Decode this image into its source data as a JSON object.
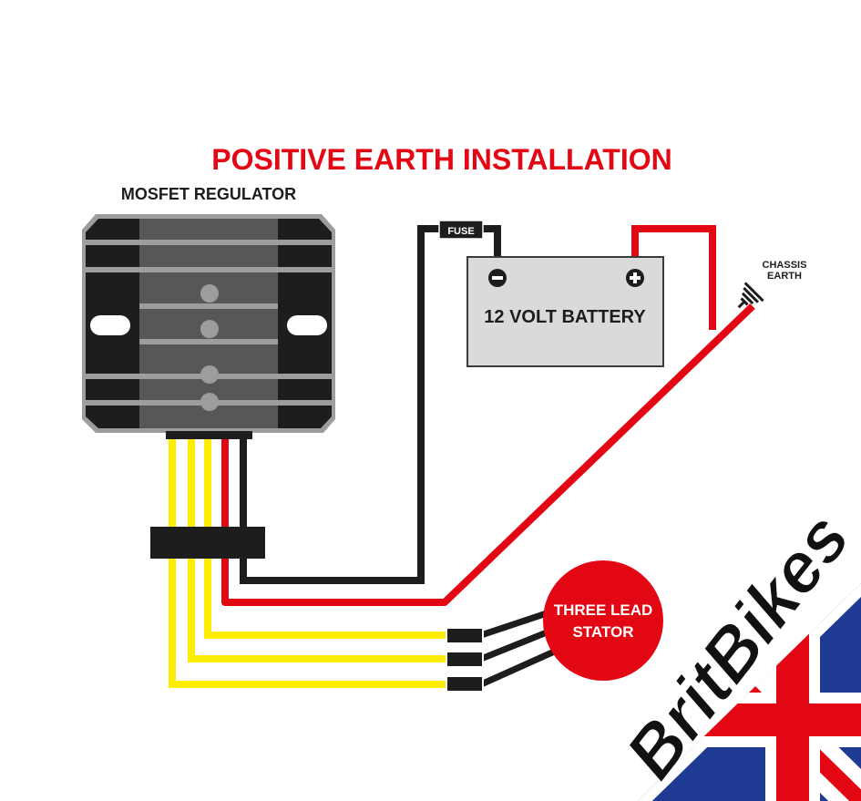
{
  "title": "POSITIVE EARTH INSTALLATION",
  "regulator_label": "MOSFET REGULATOR",
  "fuse_label": "FUSE",
  "battery": {
    "label": "12 VOLT BATTERY",
    "negative": "−",
    "positive": "+"
  },
  "chassis_earth": {
    "line1": "CHASSIS",
    "line2": "EARTH"
  },
  "stator": {
    "line1": "THREE LEAD",
    "line2": "STATOR"
  },
  "logo": {
    "text": "BritBikes"
  },
  "colors": {
    "red": "#e30613",
    "black": "#1d1d1b",
    "yellow": "#ffed00",
    "grey": "#d9d9d9",
    "blue": "#1f3a93"
  }
}
